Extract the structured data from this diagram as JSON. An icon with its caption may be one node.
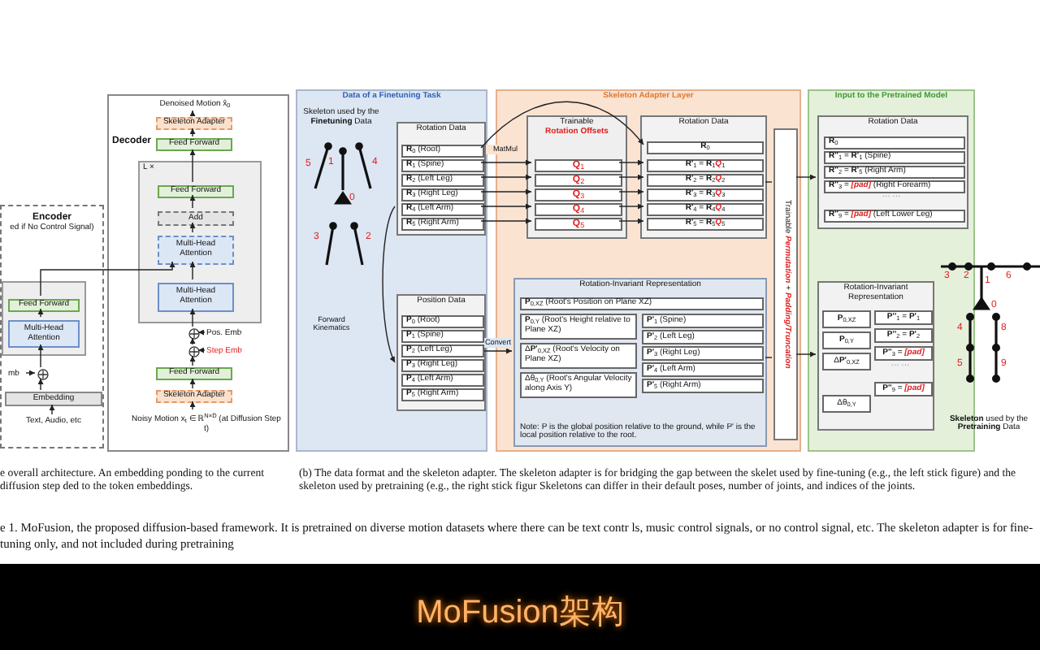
{
  "diagram": {
    "nodes": [
      {
        "text": [
          "Decoder"
        ]
      },
      {
        "text": [
          "Denoised Motion x̂$_{0}$"
        ],
        "in": 0
      },
      {
        "text": [
          "Skeleton Adapter"
        ],
        "in": 0
      },
      {
        "text": [
          "Feed Forward"
        ],
        "in": 0
      },
      {
        "text": [
          "L ×"
        ],
        "in": 0
      },
      {
        "text": [
          "Feed Forward"
        ],
        "in": 4
      },
      {
        "text": [
          "Add"
        ],
        "in": 4
      },
      {
        "text": [
          "Multi-Head Attention"
        ],
        "in": 4
      },
      {
        "text": [
          "Multi-Head Attention"
        ],
        "in": 4
      },
      {
        "text": [],
        "shape": "circle",
        "in": 0
      },
      {
        "text": [
          "Pos. Emb"
        ],
        "in": 0
      },
      {
        "text": [],
        "shape": "circle",
        "in": 0
      },
      {
        "text": [
          "Step Emb"
        ],
        "in": 0
      },
      {
        "text": [
          "Feed Forward"
        ],
        "in": 0
      },
      {
        "text": [
          "Skeleton Adapter"
        ],
        "in": 0
      },
      {
        "text": [
          "Noisy Motion x$_{t}$ ∈ ℝ$^{N×D}$ (at Diffusion Step t)"
        ],
        "in": 0
      },
      {
        "text": [
          "Encoder",
          "ed if No Control Signal)"
        ]
      },
      {
        "text": [],
        "shape": "box",
        "in": 16
      },
      {
        "text": [
          "Feed Forward"
        ],
        "in": 17
      },
      {
        "text": [
          "Multi-Head Attention"
        ],
        "in": 17
      },
      {
        "text": [],
        "shape": "circle",
        "in": 16
      },
      {
        "text": [
          "mb"
        ],
        "in": 16
      },
      {
        "text": [
          "Embedding"
        ],
        "in": 16
      },
      {
        "text": [
          "Text, Audio, etc"
        ],
        "in": 16
      },
      {
        "text": [
          "Data of a Finetuning Task"
        ]
      },
      {
        "text": [
          "Skeleton used by the **Finetuning** Data"
        ],
        "in": 24
      },
      {
        "text": [
          "Rotation Data"
        ],
        "in": 24
      },
      {
        "text": [
          "**R**$_{0}$ (Root)"
        ],
        "in": 26
      },
      {
        "text": [
          "**R**$_{1}$ (Spine)"
        ],
        "in": 26
      },
      {
        "text": [
          "**R**$_{2}$ (Left Leg)"
        ],
        "in": 26
      },
      {
        "text": [
          "**R**$_{3}$ (Right Leg)"
        ],
        "in": 26
      },
      {
        "text": [
          "**R**$_{4}$ (Left Arm)"
        ],
        "in": 26
      },
      {
        "text": [
          "**R**$_{5}$ (Right Arm)"
        ],
        "in": 26
      },
      {
        "text": [
          "Position Data"
        ],
        "in": 24
      },
      {
        "text": [
          "**P**$_{0}$ (Root)"
        ],
        "in": 33
      },
      {
        "text": [
          "**P**$_{1}$ (Spine)"
        ],
        "in": 33
      },
      {
        "text": [
          "**P**$_{2}$ (Left Leg)"
        ],
        "in": 33
      },
      {
        "text": [
          "**P**$_{3}$ (Right Leg)"
        ],
        "in": 33
      },
      {
        "text": [
          "**P**$_{4}$ (Left Arm)"
        ],
        "in": 33
      },
      {
        "text": [
          "**P**$_{5}$ (Right Arm)"
        ],
        "in": 33
      },
      {
        "text": [
          "Skeleton Adapter Layer"
        ]
      },
      {
        "text": [
          "Trainable",
          "Rotation Offsets"
        ],
        "in": 40
      },
      {
        "text": [
          "**Q**$_{1}$"
        ],
        "in": 41
      },
      {
        "text": [
          "**Q**$_{2}$"
        ],
        "in": 41
      },
      {
        "text": [
          "**Q**$_{3}$"
        ],
        "in": 41
      },
      {
        "text": [
          "**Q**$_{4}$"
        ],
        "in": 41
      },
      {
        "text": [
          "**Q**$_{5}$"
        ],
        "in": 41
      },
      {
        "text": [
          "Rotation Data"
        ],
        "in": 40
      },
      {
        "text": [
          "**R**$_{0}$"
        ],
        "in": 47
      },
      {
        "text": [
          "**R'**$_{1}$ = **R**$_{1}$*Q*$_{1}$"
        ],
        "in": 47
      },
      {
        "text": [
          "**R'**$_{2}$ = **R**$_{2}$*Q*$_{2}$"
        ],
        "in": 47
      },
      {
        "text": [
          "**R'**$_{3}$ = **R**$_{3}$*Q*$_{3}$"
        ],
        "in": 47
      },
      {
        "text": [
          "**R'**$_{4}$ = **R**$_{4}$*Q*$_{4}$"
        ],
        "in": 47
      },
      {
        "text": [
          "**R'**$_{5}$ = **R**$_{5}$*Q*$_{5}$"
        ],
        "in": 47
      },
      {
        "text": [
          "Trainable *Permutation* + *Padding/Truncation*"
        ],
        "in": 40
      },
      {
        "text": [
          "Rotation-Invariant Representation",
          "Note: P is the global position relative to the ground, while P' is the local position relative to the root."
        ],
        "in": 40
      },
      {
        "text": [
          "**P**$_{0,XZ}$ (Root's Position on Plane XZ)"
        ],
        "in": 55
      },
      {
        "text": [
          "**P**$_{0,Y}$ (Root's Height relative to Plane XZ)"
        ],
        "in": 55
      },
      {
        "text": [
          "Δ**P'**$_{0,XZ}$ (Root's Velocity on Plane XZ)"
        ],
        "in": 55
      },
      {
        "text": [
          "Δθ$_{0,Y}$ (Root's Angular Velocity along Axis Y)"
        ],
        "in": 55
      },
      {
        "text": [
          "**P'**$_{1}$ (Spine)"
        ],
        "in": 55
      },
      {
        "text": [
          "**P'**$_{2}$ (Left Leg)"
        ],
        "in": 55
      },
      {
        "text": [
          "**P'**$_{3}$ (Right Leg)"
        ],
        "in": 55
      },
      {
        "text": [
          "**P'**$_{4}$ (Left Arm)"
        ],
        "in": 55
      },
      {
        "text": [
          "**P'**$_{5}$ (Right Arm)"
        ],
        "in": 55
      },
      {
        "text": [
          "Input to the Pretrained Model"
        ]
      },
      {
        "text": [
          "Rotation Data"
        ],
        "in": 65
      },
      {
        "text": [
          "**R**$_{0}$"
        ],
        "in": 66
      },
      {
        "text": [
          "**R''**$_{1}$ = **R'**$_{1}$ (Spine)"
        ],
        "in": 66
      },
      {
        "text": [
          "**R''**$_{2}$ = **R'**$_{5}$ (Right Arm)"
        ],
        "in": 66
      },
      {
        "text": [
          "**R''**$_{3}$ = *[pad]* (Right Forearm)"
        ],
        "in": 66
      },
      {
        "text": [
          "**R''**$_{9}$ = *[pad]* (Left Lower Leg)"
        ],
        "in": 66
      },
      {
        "text": [
          "Rotation-Invariant Representation"
        ],
        "in": 65
      },
      {
        "text": [
          "**P**$_{0,XZ}$"
        ],
        "in": 72
      },
      {
        "text": [
          "**P**$_{0,Y}$"
        ],
        "in": 72
      },
      {
        "text": [
          "Δ**P'**$_{0,XZ}$"
        ],
        "in": 72
      },
      {
        "text": [
          "Δθ$_{0,Y}$"
        ],
        "in": 72
      },
      {
        "text": [
          "**P''**$_{1}$ = **P'**$_{1}$"
        ],
        "in": 72
      },
      {
        "text": [
          "**P''**$_{2}$ = **P'**$_{2}$"
        ],
        "in": 72
      },
      {
        "text": [
          "**P''**$_{3}$ = *[pad]*"
        ],
        "in": 72
      },
      {
        "text": [
          "**P''**$_{9}$ = *[pad]*"
        ],
        "in": 72
      },
      {
        "text": [
          "**Skeleton** used by the **Pretraining** Data"
        ]
      }
    ],
    "edges": [
      {
        "from": 15,
        "to": 14,
        "arrow": "to"
      },
      {
        "from": 14,
        "to": 13,
        "arrow": "to"
      },
      {
        "from": 13,
        "to": 11,
        "arrow": "to"
      },
      {
        "from": 12,
        "to": 11,
        "arrow": "to"
      },
      {
        "from": 11,
        "to": 9,
        "arrow": "to"
      },
      {
        "from": 10,
        "to": 9,
        "arrow": "to"
      },
      {
        "from": 9,
        "to": 8,
        "arrow": "to"
      },
      {
        "from": 8,
        "to": 7,
        "arrow": "to"
      },
      {
        "from": 7,
        "to": 6,
        "arrow": "to"
      },
      {
        "from": 6,
        "to": 5,
        "arrow": "to"
      },
      {
        "from": 5,
        "to": 3,
        "arrow": "to"
      },
      {
        "from": 3,
        "to": 2,
        "arrow": "to"
      },
      {
        "from": 2,
        "to": 1,
        "arrow": "to"
      },
      {
        "from": 23,
        "to": 22,
        "arrow": "to"
      },
      {
        "from": 22,
        "to": 20,
        "arrow": "to"
      },
      {
        "from": 21,
        "to": 20,
        "arrow": "to"
      },
      {
        "from": 20,
        "to": 19,
        "arrow": "to"
      },
      {
        "from": 19,
        "to": 18,
        "arrow": "to"
      },
      {
        "from": 18,
        "to": 7,
        "arrow": "to"
      },
      {
        "from": 26,
        "to": 33,
        "arrow": "to",
        "label": "Forward Kinematics"
      },
      {
        "from": 27,
        "to": 48,
        "arrow": "to"
      },
      {
        "from": 28,
        "to": 42,
        "arrow": "to",
        "label": "MatMul"
      },
      {
        "from": 29,
        "to": 43,
        "arrow": "to"
      },
      {
        "from": 30,
        "to": 44,
        "arrow": "to"
      },
      {
        "from": 31,
        "to": 45,
        "arrow": "to"
      },
      {
        "from": 32,
        "to": 46,
        "arrow": "to"
      },
      {
        "from": 42,
        "to": 49,
        "arrow": "to"
      },
      {
        "from": 43,
        "to": 50,
        "arrow": "to"
      },
      {
        "from": 44,
        "to": 51,
        "arrow": "to"
      },
      {
        "from": 45,
        "to": 52,
        "arrow": "to"
      },
      {
        "from": 46,
        "to": 53,
        "arrow": "to"
      },
      {
        "from": 47,
        "to": 54,
        "arrow": "none"
      },
      {
        "from": 54,
        "to": 66,
        "arrow": "to"
      },
      {
        "from": 55,
        "to": 54,
        "arrow": "none"
      },
      {
        "from": 54,
        "to": 72,
        "arrow": "to"
      },
      {
        "from": 33,
        "to": 55,
        "arrow": "to",
        "label": "Convert"
      }
    ],
    "labels": [
      "5",
      "1",
      "4",
      "0",
      "3",
      "2",
      "··· ···",
      "··· ···",
      "3",
      "2",
      "1",
      "6",
      "0",
      "4",
      "8",
      "5",
      "9",
      "e overall architecture. An embedding ponding to the current diffusion step ded to the token embeddings.",
      "(b) The data format and the skeleton adapter. The skeleton adapter is for bridging the gap between the skelet used by fine-tuning (e.g., the left stick figure) and the skeleton used by pretraining (e.g., the right stick figur Skeletons can differ in their default poses, number of joints, and indices of the joints.",
      "e 1. MoFusion, the proposed diffusion-based framework. It is pretrained on diverse motion datasets where there can be text contr ls, music control signals, or no control signal, etc. The skeleton adapter is for fine-tuning only, and not included during pretraining",
      "MoFusion架构"
    ]
  }
}
